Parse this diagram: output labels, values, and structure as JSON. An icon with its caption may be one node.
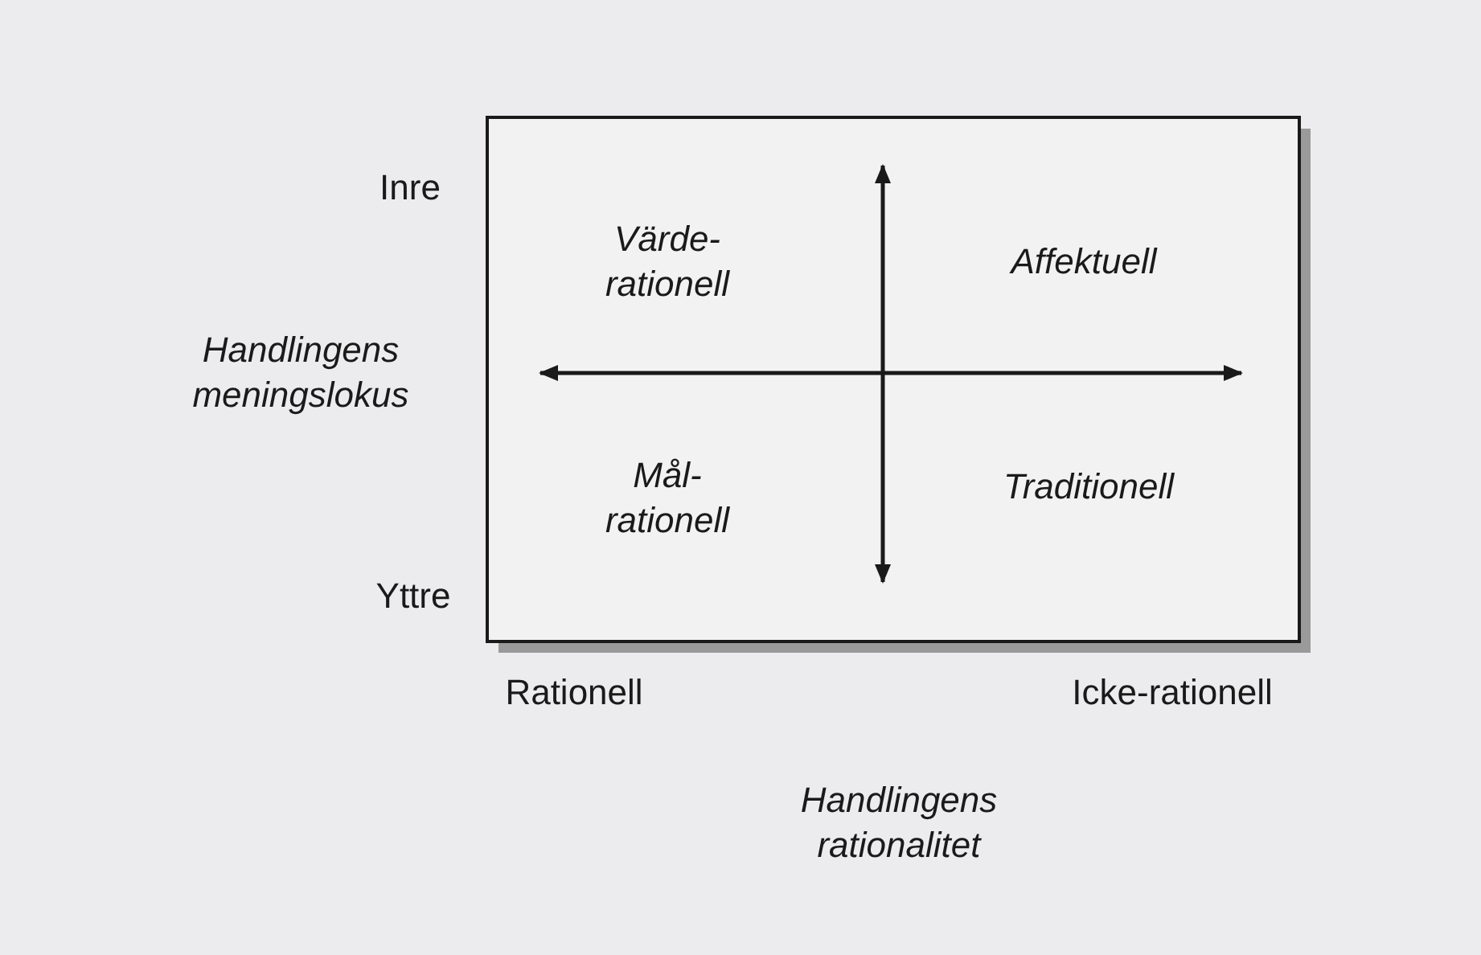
{
  "diagram": {
    "labels": [
      "Inre",
      "Värde-rationell",
      "Affektuell",
      "Handlingens meningslokus",
      "Mål-rationell",
      "Traditionell",
      "Yttre",
      "Rationell",
      "Icke-rationell",
      "Handlingens rationalitet"
    ]
  }
}
